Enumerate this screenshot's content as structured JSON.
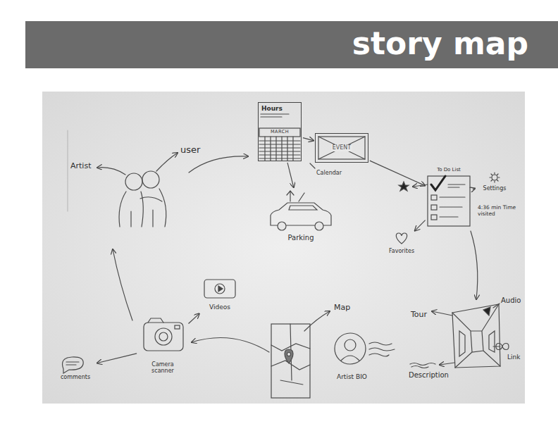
{
  "diagram": {
    "title": "story map",
    "nodes": [
      {
        "text": [
          "Hours",
          "MARCH"
        ]
      },
      {
        "text": [
          "EVENT"
        ]
      },
      {
        "text": [
          "Parking"
        ]
      },
      {
        "text": [
          "To Do List"
        ]
      },
      {
        "text": [
          "Settings"
        ]
      },
      {
        "text": [
          "Favorites"
        ]
      },
      {
        "text": [
          "Artist BIO"
        ]
      },
      {
        "text": [
          "Videos"
        ]
      },
      {
        "text": [
          "Camera scanner"
        ]
      },
      {
        "text": [
          "comments"
        ]
      }
    ],
    "edges": [
      {
        "from": 0,
        "to": 1,
        "arrow": "to"
      },
      {
        "from": 0,
        "to": 2,
        "arrow": "to"
      },
      {
        "from": 1,
        "to": 3,
        "arrow": "to"
      },
      {
        "from": 3,
        "to": 4,
        "arrow": "to"
      },
      {
        "from": 3,
        "to": 5,
        "arrow": "to"
      },
      {
        "from": 8,
        "to": 7,
        "arrow": "to"
      },
      {
        "from": 8,
        "to": 9,
        "arrow": "to"
      }
    ],
    "labels": [
      "Artist",
      "user",
      "Calendar",
      "4:36 min Time visited",
      "Tour",
      "Audio",
      "Link",
      "Description",
      "Map"
    ]
  }
}
